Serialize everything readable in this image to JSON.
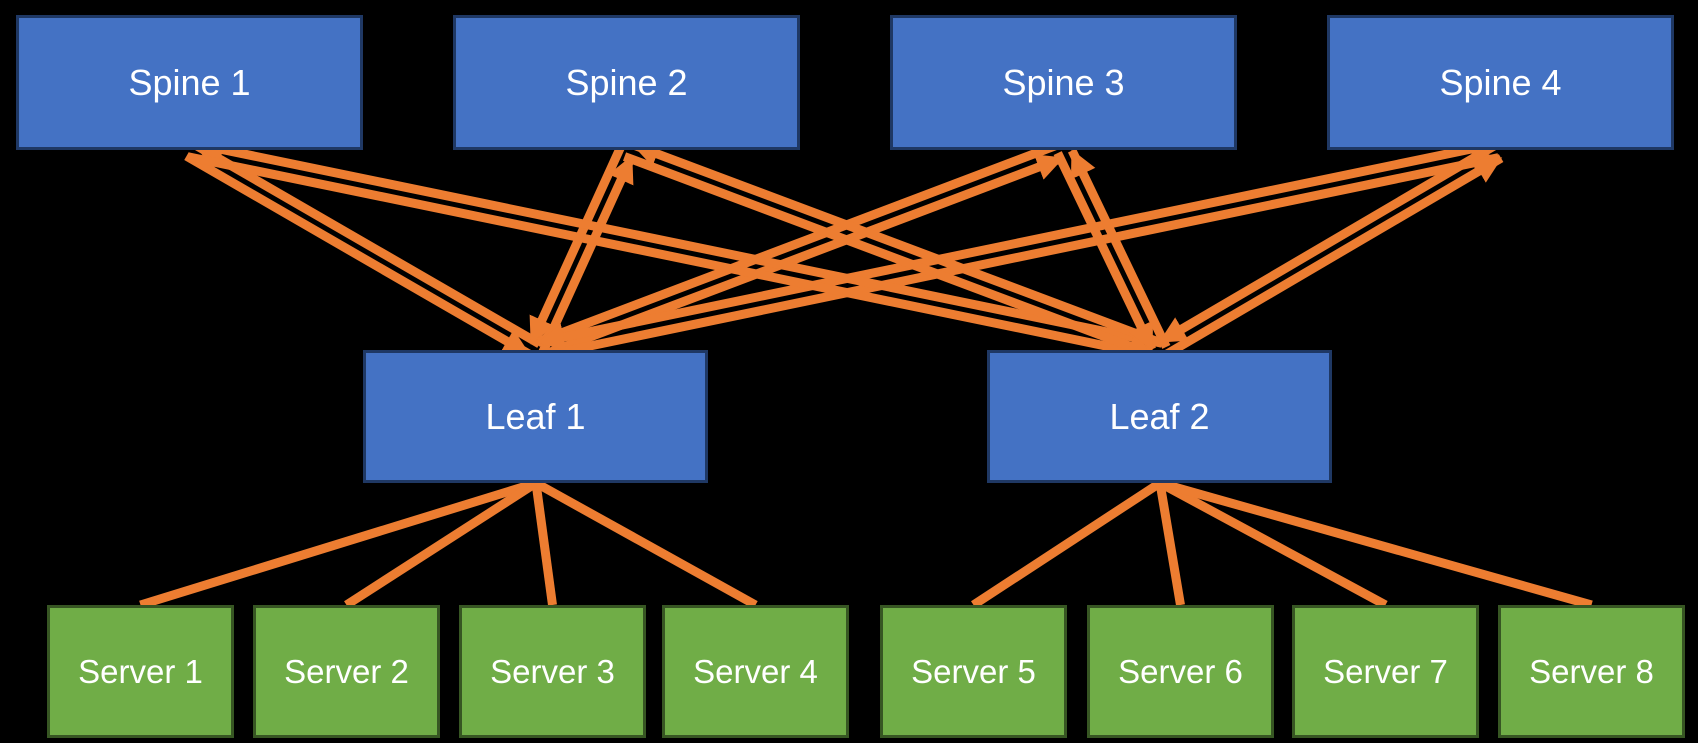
{
  "diagram": {
    "type": "spine-leaf-network-topology",
    "nodes": {
      "spines": [
        {
          "id": "spine1",
          "label": "Spine 1"
        },
        {
          "id": "spine2",
          "label": "Spine 2"
        },
        {
          "id": "spine3",
          "label": "Spine 3"
        },
        {
          "id": "spine4",
          "label": "Spine 4"
        }
      ],
      "leaves": [
        {
          "id": "leaf1",
          "label": "Leaf 1"
        },
        {
          "id": "leaf2",
          "label": "Leaf 2"
        }
      ],
      "servers": [
        {
          "id": "server1",
          "label": "Server 1"
        },
        {
          "id": "server2",
          "label": "Server 2"
        },
        {
          "id": "server3",
          "label": "Server 3"
        },
        {
          "id": "server4",
          "label": "Server 4"
        },
        {
          "id": "server5",
          "label": "Server 5"
        },
        {
          "id": "server6",
          "label": "Server 6"
        },
        {
          "id": "server7",
          "label": "Server 7"
        },
        {
          "id": "server8",
          "label": "Server 8"
        }
      ]
    },
    "links": {
      "spine_leaf_pairs": [
        [
          "leaf1",
          "spine1"
        ],
        [
          "leaf1",
          "spine2"
        ],
        [
          "leaf1",
          "spine3"
        ],
        [
          "leaf1",
          "spine4"
        ],
        [
          "leaf2",
          "spine1"
        ],
        [
          "leaf2",
          "spine2"
        ],
        [
          "leaf2",
          "spine3"
        ],
        [
          "leaf2",
          "spine4"
        ]
      ],
      "leaf_server": [
        [
          "leaf1",
          "server1"
        ],
        [
          "leaf1",
          "server2"
        ],
        [
          "leaf1",
          "server3"
        ],
        [
          "leaf1",
          "server4"
        ],
        [
          "leaf2",
          "server5"
        ],
        [
          "leaf2",
          "server6"
        ],
        [
          "leaf2",
          "server7"
        ],
        [
          "leaf2",
          "server8"
        ]
      ]
    },
    "colors": {
      "background": "#000000",
      "node_blue_fill": "#4472C4",
      "node_blue_border": "#1F3864",
      "node_green_fill": "#70AD47",
      "node_green_border": "#375623",
      "link_orange": "#ED7D31",
      "label_text": "#FFFFFF"
    }
  }
}
